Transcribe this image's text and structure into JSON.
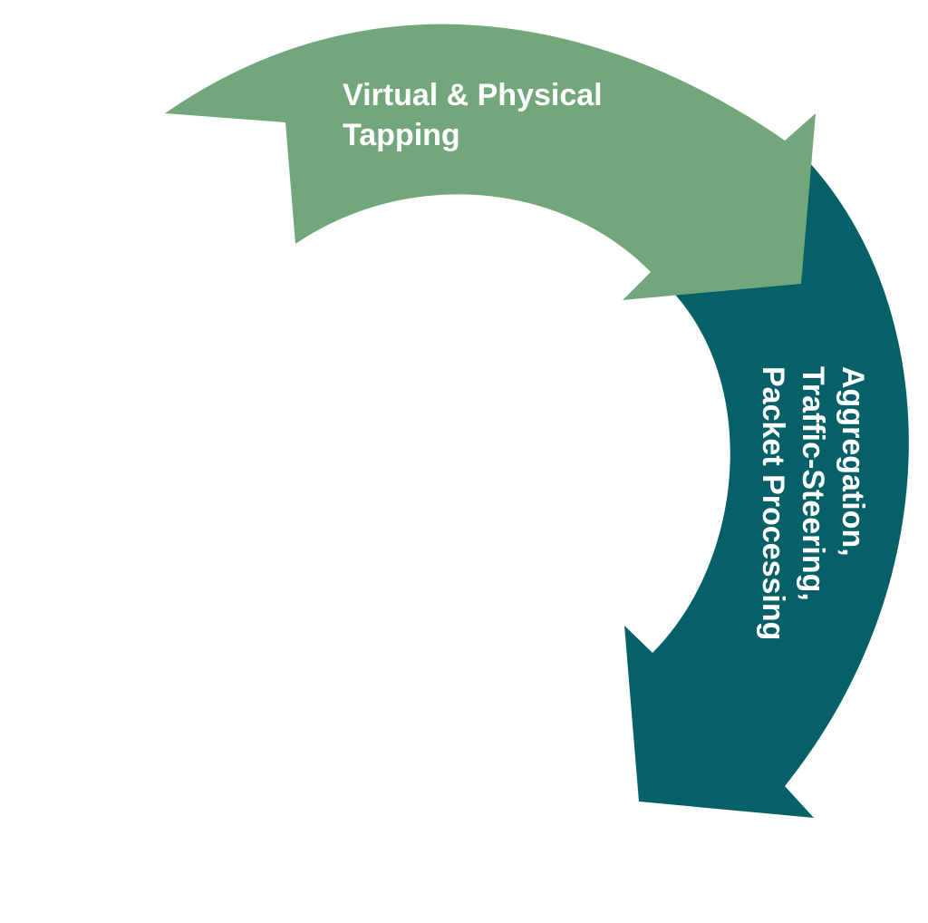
{
  "diagram": {
    "steps": [
      {
        "label_lines": [
          "Virtual & Physical",
          "Tapping"
        ],
        "color": "#72a67b"
      },
      {
        "label_lines": [
          "Aggregation,",
          "Traffic-Steering,",
          "Packet Processing"
        ],
        "color": "#066067"
      }
    ],
    "background": "#ffffff"
  }
}
